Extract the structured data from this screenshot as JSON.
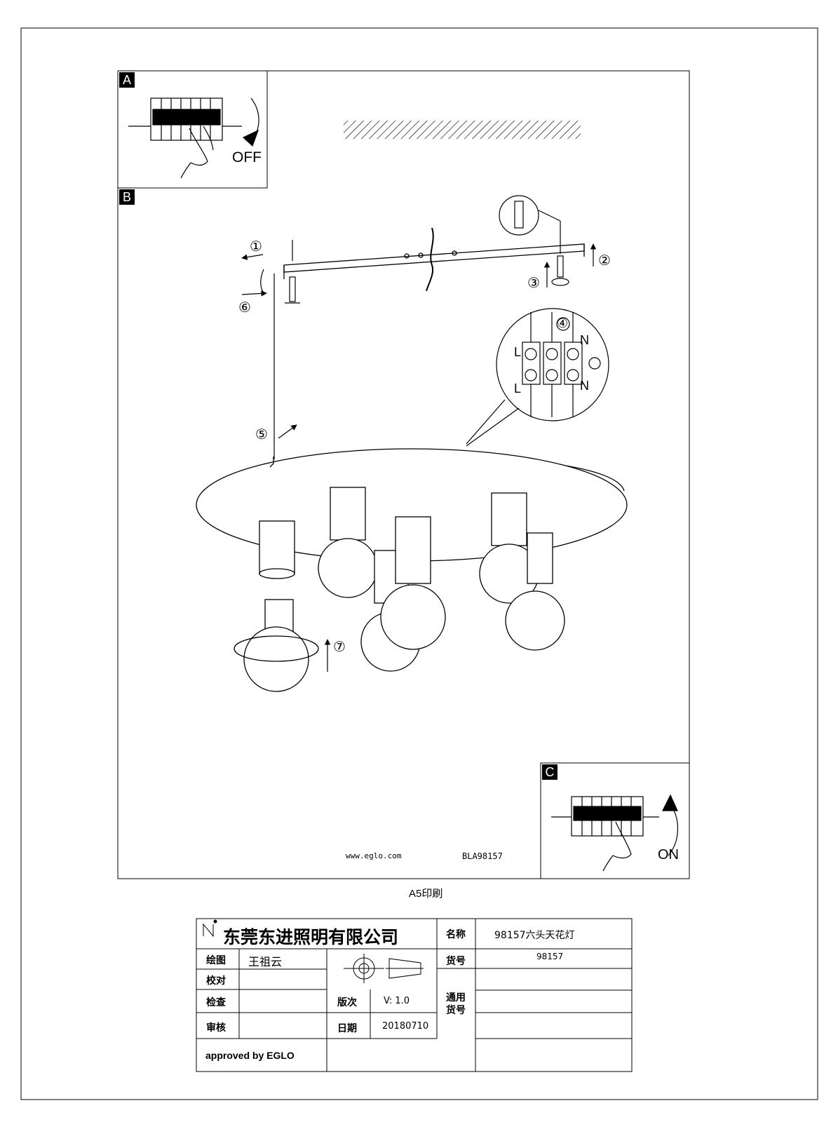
{
  "sections": {
    "a": "A",
    "b": "B",
    "c": "C"
  },
  "switch_labels": {
    "off": "OFF",
    "on": "ON"
  },
  "steps": [
    "①",
    "②",
    "③",
    "④",
    "⑤",
    "⑥",
    "⑦"
  ],
  "terminal_labels": {
    "l_top": "L",
    "n_top": "N",
    "l_bottom": "L",
    "n_bottom": "N"
  },
  "footer": {
    "website": "www.eglo.com",
    "code": "BLA98157",
    "print_note": "A5印刷"
  },
  "title_block": {
    "company": "东莞东进照明有限公司",
    "name_label": "名称",
    "name_value": "98157六头天花灯",
    "drawn_label": "绘图",
    "drawn_value": "王祖云",
    "item_no_label": "货号",
    "item_no_value": "98157",
    "check_label": "校对",
    "inspect_label": "检查",
    "version_label": "版次",
    "version_value": "V: 1.0",
    "general_item_label": "通用货号",
    "review_label": "审核",
    "date_label": "日期",
    "date_value": "20180710",
    "approved": "approved by EGLO"
  }
}
